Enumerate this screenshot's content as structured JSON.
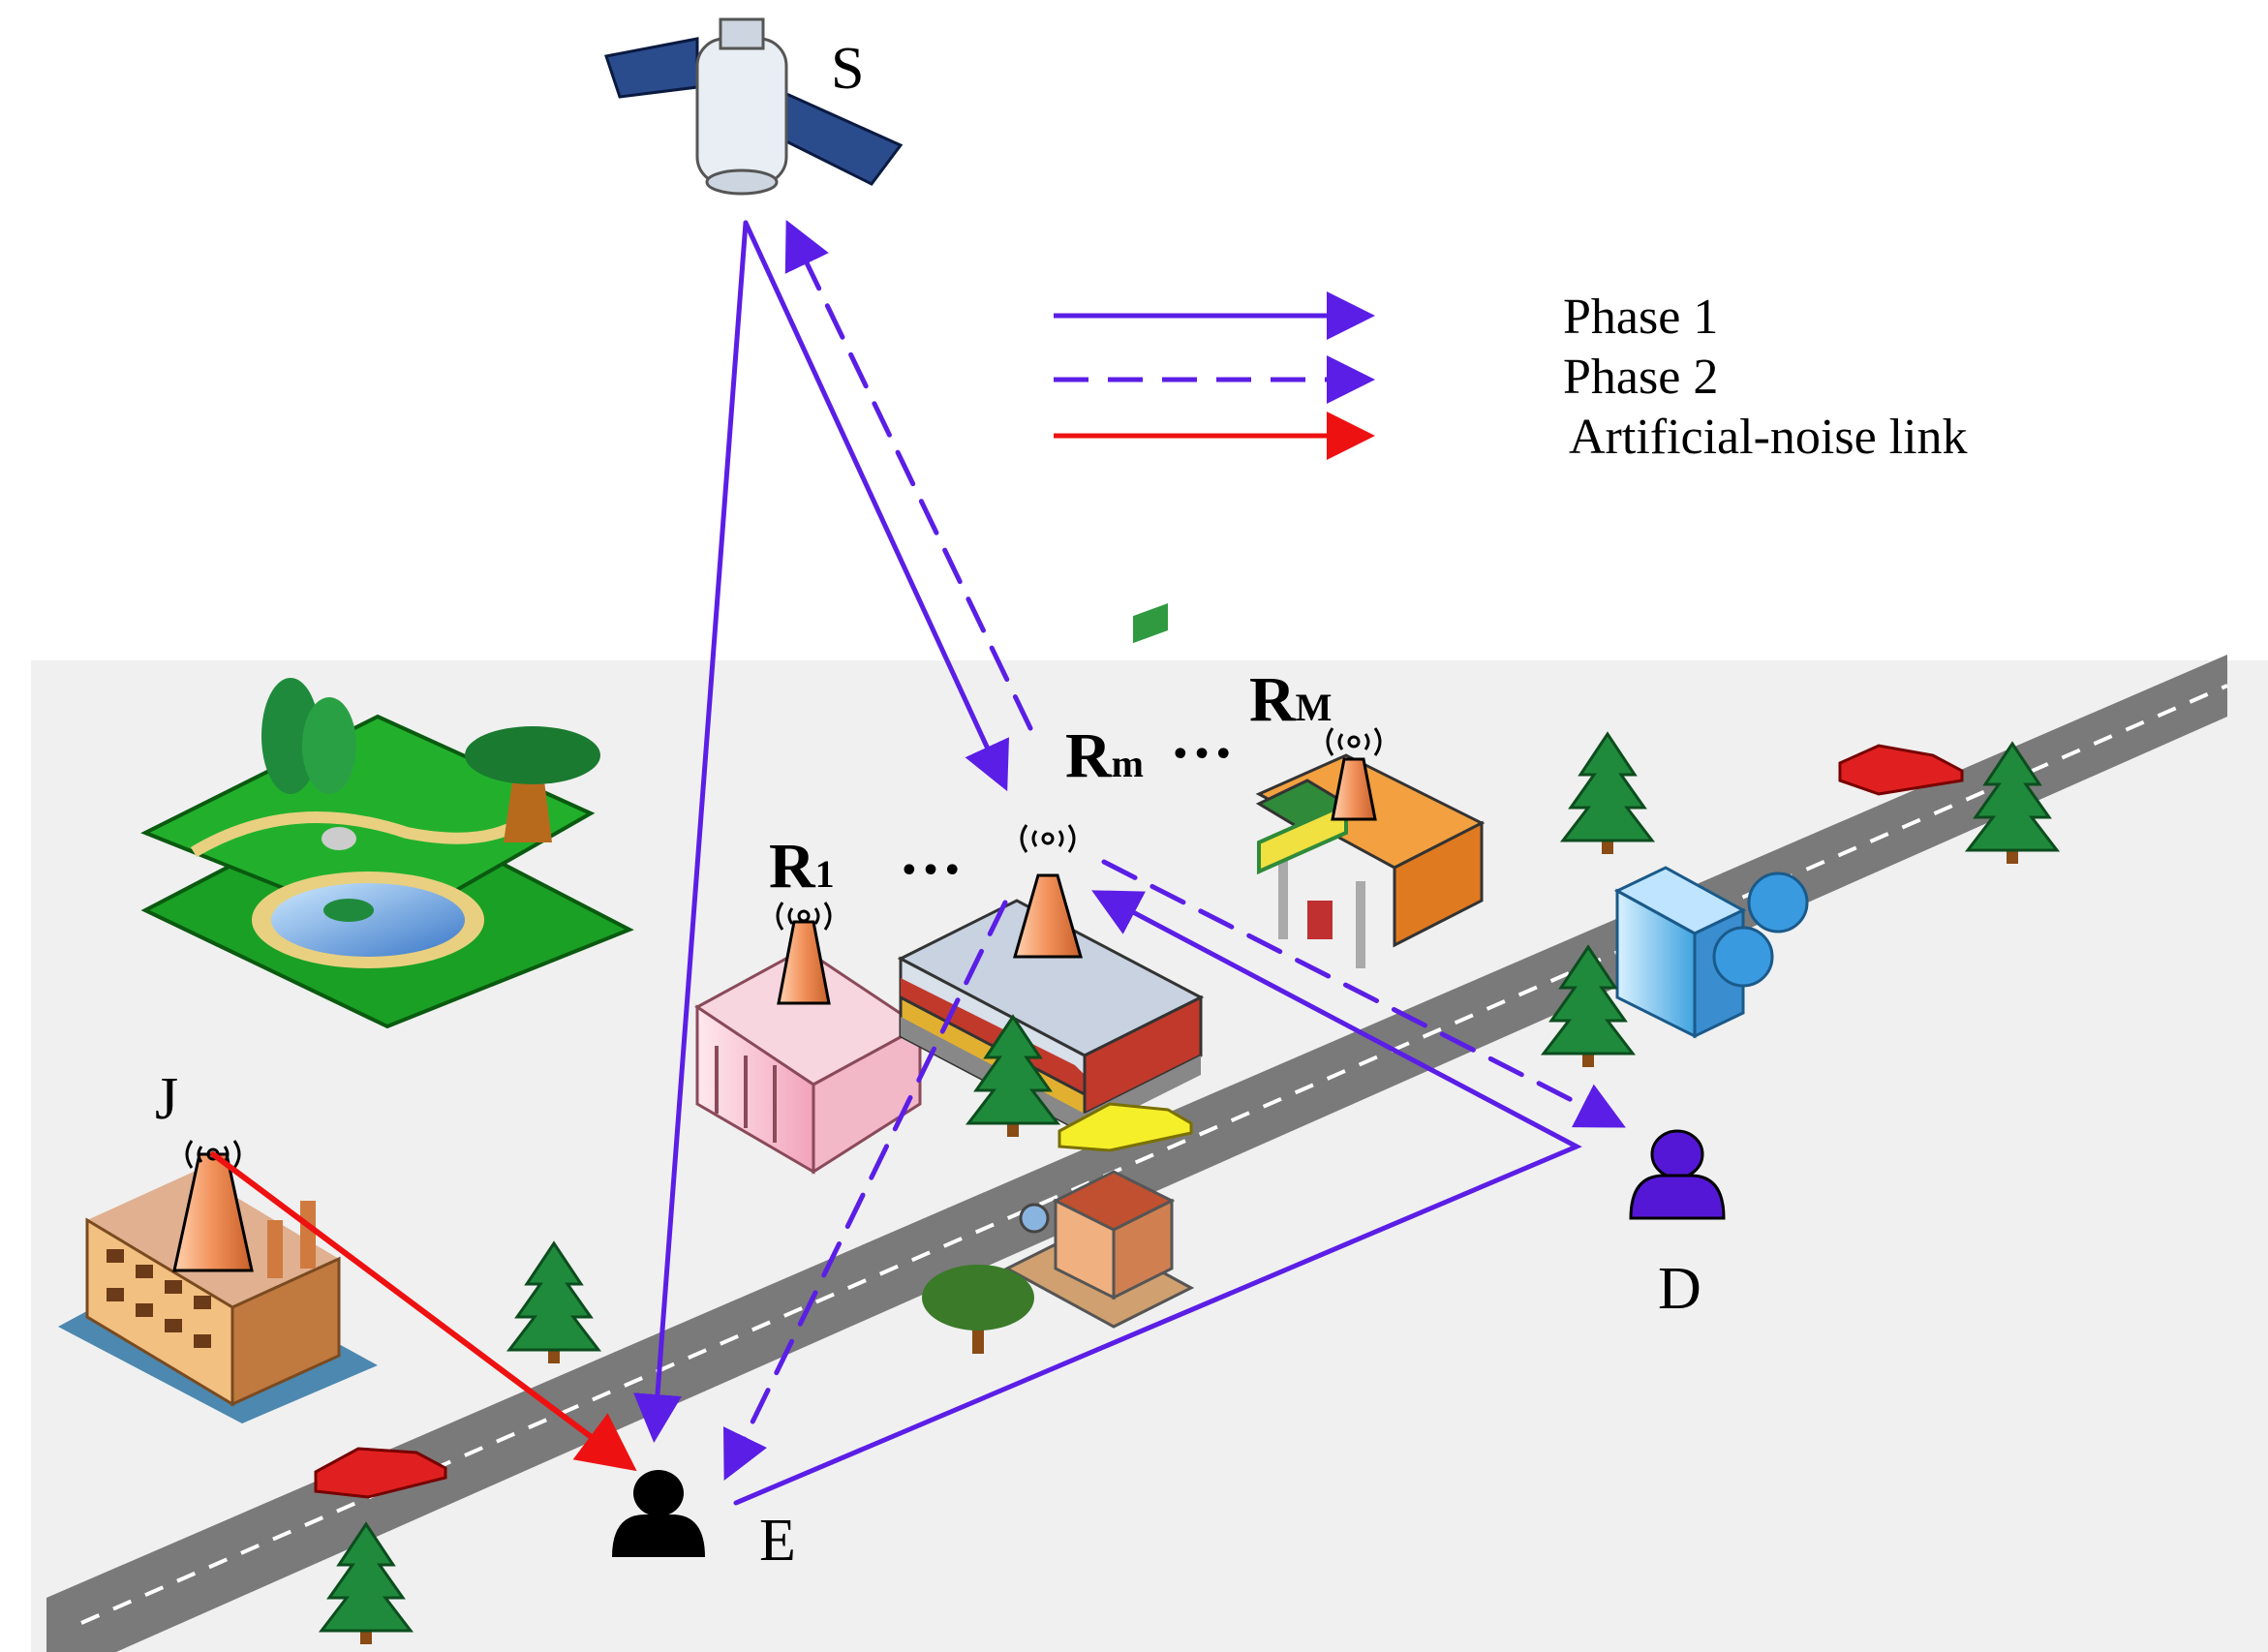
{
  "nodes": {
    "source": "S",
    "relay_1": {
      "main": "R",
      "sub": "1"
    },
    "relay_m": {
      "main": "R",
      "sub": "m"
    },
    "relay_M": {
      "main": "R",
      "sub": "M"
    },
    "ellipsis_1": "…",
    "ellipsis_2": "…",
    "jammer": "J",
    "destination": "D",
    "eavesdropper": "E"
  },
  "legend": [
    {
      "label": "Phase 1",
      "style": "solid",
      "color": "#5b1ee6"
    },
    {
      "label": "Phase 2",
      "style": "dashed",
      "color": "#5b1ee6"
    },
    {
      "label": "Artificial-noise link",
      "style": "solid",
      "color": "#ee1111"
    }
  ],
  "colors": {
    "link_purple": "#5b1ee6",
    "link_red": "#ee1111",
    "ground": "#f0f0f0",
    "road": "#7a7a7a",
    "antenna": "#f2a170"
  }
}
